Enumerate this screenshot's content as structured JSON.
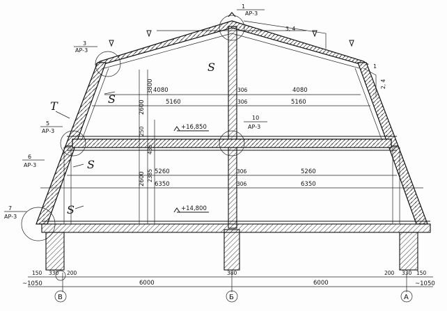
{
  "drawing": {
    "roof_span_top": [
      "4080",
      "306",
      "4080"
    ],
    "roof_span_mid": [
      "5160",
      "306",
      "5160"
    ],
    "upper_slab_level": "+16,850",
    "lower_slab_level": "+14,800",
    "interior_span_a": [
      "5260",
      "306",
      "5260"
    ],
    "interior_span_b": [
      "6350",
      "306",
      "6350"
    ],
    "vertical_dims": [
      "3800",
      "2600",
      "250",
      "435",
      "2385",
      "2600"
    ],
    "roof_dim": "3, 4",
    "right_detail_dim": "2, 4",
    "section_marks": [
      "S",
      "S",
      "S",
      "S",
      "T"
    ],
    "node_refs": [
      {
        "num": "1",
        "sheet": "АР-3"
      },
      {
        "num": "3",
        "sheet": "АР-3"
      },
      {
        "num": "5",
        "sheet": "АР-3"
      },
      {
        "num": "6",
        "sheet": "АР-3"
      },
      {
        "num": "7",
        "sheet": "АР-3"
      },
      {
        "num": "10",
        "sheet": "АР-3"
      },
      {
        "num": "1",
        "sheet": ""
      }
    ],
    "bottom_left_dims": [
      "150",
      "330",
      "200",
      "~1050"
    ],
    "bottom_center_dim": "380",
    "bottom_right_dims": [
      "200",
      "330",
      "150",
      "~1050"
    ],
    "bay_dims": [
      "6000",
      "6000"
    ],
    "axes": [
      "В",
      "Б",
      "А"
    ]
  }
}
